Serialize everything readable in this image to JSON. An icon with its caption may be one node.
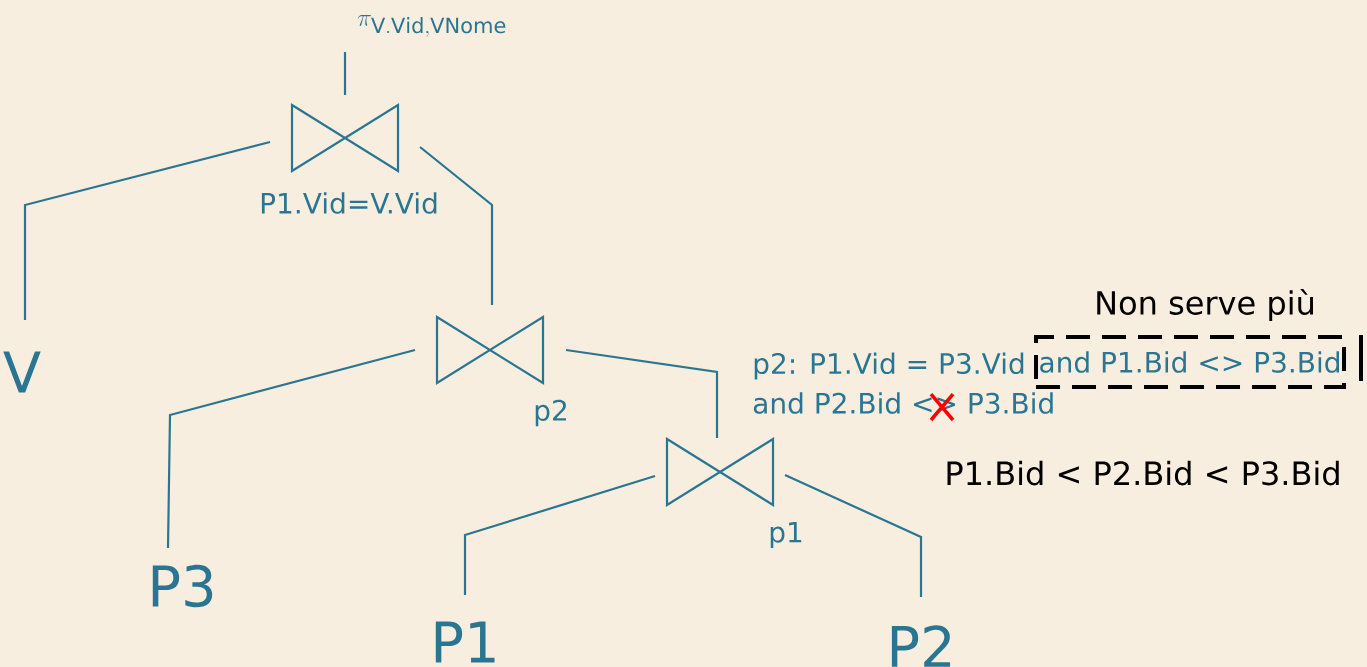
{
  "diagram": {
    "nodes": [
      {
        "text": [
          "\\pi_{\\mathrm{V.Vid,VNome}}"
        ]
      },
      {
        "text": [],
        "shape": "bowtie",
        "beside": [
          "P1.Vid=V.Vid"
        ]
      },
      {
        "text": [
          "V"
        ]
      },
      {
        "text": [],
        "shape": "bowtie",
        "beside": [
          "p2"
        ]
      },
      {
        "text": [
          "P3"
        ]
      },
      {
        "text": [],
        "shape": "bowtie",
        "beside": [
          "p1"
        ]
      },
      {
        "text": [
          "P1"
        ]
      },
      {
        "text": [
          "P2"
        ]
      },
      {
        "text": [
          "and P1.Bid <> P3.Bid"
        ],
        "beside": [
          "Non serve più"
        ]
      }
    ],
    "edges": [
      {
        "from": 0,
        "to": 1,
        "arrow": "none"
      },
      {
        "from": 1,
        "to": 2,
        "arrow": "none"
      },
      {
        "from": 1,
        "to": 3,
        "arrow": "none"
      },
      {
        "from": 3,
        "to": 4,
        "arrow": "none"
      },
      {
        "from": 3,
        "to": 5,
        "arrow": "none"
      },
      {
        "from": 5,
        "to": 6,
        "arrow": "none"
      },
      {
        "from": 5,
        "to": 7,
        "arrow": "none"
      }
    ],
    "labels": [
      "p2: P1.Vid = P3.Vid",
      "and P2.Bid <> P3.Bid",
      "P1.Bid < P2.Bid < P3.Bid"
    ]
  }
}
